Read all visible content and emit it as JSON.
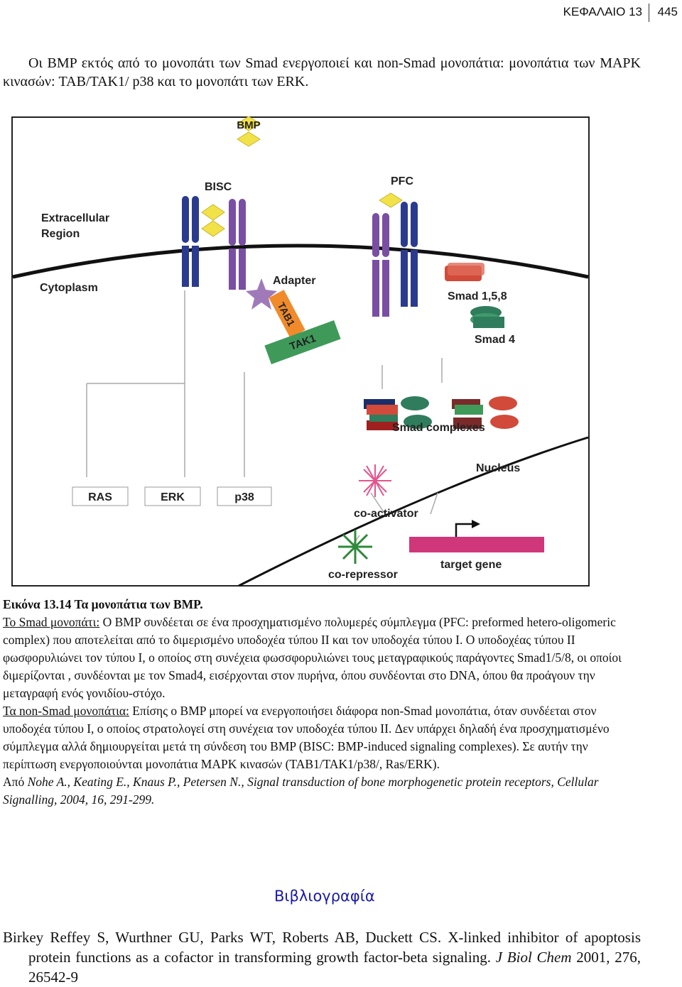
{
  "header": {
    "chapter": "ΚΕΦΑΛΑΙΟ 13",
    "page_number": "445"
  },
  "intro": "Οι BMP εκτός από το μονοπάτι των Smad ενεργοποιεί και non-Smad μονοπάτια: μονοπάτια των MAPK κινασών: TAB/TAK1/ p38 και το μονοπάτι των ERK.",
  "figure": {
    "labels": {
      "bmp": "BMP",
      "bisc": "BISC",
      "pfc": "PFC",
      "extracellular_1": "Extracellular",
      "extracellular_2": "Region",
      "cytoplasm": "Cytoplasm",
      "adapter": "Adapter",
      "tab1": "TAB1",
      "tak1": "TAK1",
      "smad158": "Smad 1,5,8",
      "smad4": "Smad 4",
      "smad_complexes": "Smad complexes",
      "nucleus": "Nucleus",
      "ras": "RAS",
      "erk": "ERK",
      "p38": "p38",
      "coactivator": "co-activator",
      "corepressor": "co-repressor",
      "target_gene": "target gene"
    },
    "colors": {
      "ligand": "#f2e24a",
      "receptor_blue": "#2a3b8f",
      "receptor_purple": "#7a4fa3",
      "adapter": "#a07ab8",
      "tab1": "#f08a2a",
      "tak1": "#3f9a5a",
      "smad_red": "#d24a3a",
      "smad_green": "#2f7d5c",
      "target_gene": "#d0367a",
      "coactivator": "#e2558f",
      "corepressor": "#2e8a3a"
    }
  },
  "caption": {
    "title": "Εικόνα 13.14 Τα μονοπάτια των BMP.",
    "smad_label": "Το Smad μονοπάτι:",
    "smad_text": " O BMP συνδέεται σε ένα προσχηματισμένο πολυμερές σύμπλεγμα (PFC: preformed hetero-oligomeric complex) που αποτελείται από το διμερισμένο υποδοχέα τύπου II και τον υποδοχέα τύπου I. Ο υποδοχέας τύπου II φωσφορυλιώνει τον τύπου I, ο οποίος στη συνέχεια φωσσφορυλιώνει τους μεταγραφικούς παράγοντες Smad1/5/8, οι οποίοι διμερίζονται , συνδέονται με τον Smad4, εισέρχονται στον πυρήνα, όπου συνδέονται στο DNA, όπου θα προάγουν την μεταγραφή ενός γονιδίου-στόχο.",
    "nonsmad_label": "Τα non-Smad μονοπάτια:",
    "nonsmad_text": " Επίσης ο BMP μπορεί να ενεργοποιήσει διάφορα non-Smad μονοπάτια, όταν συνδέεται στον υποδοχέα τύπου I, ο οποίος στρατολογεί στη συνέχεια τον υποδοχέα τύπου II. Δεν υπάρχει δηλαδή ένα προσχηματισμένο σύμπλεγμα αλλά δημιουργείται μετά τη σύνδεση του BMP (BISC: BMP-induced signaling complexes). Σε αυτήν την περίπτωση ενεργοποιούνται μονοπάτια MAPK κινασών (TAB1/TAK1/p38/, Ras/ERK).",
    "source_prefix": "Από ",
    "source_ref": "Nohe A., Keating E., Knaus P., Petersen N., Signal transduction of bone morphogenetic protein receptors, Cellular Signalling, 2004, 16, 291-299."
  },
  "bibliography": {
    "title": "Βιβλιογραφία",
    "entry_main": "Birkey Reffey S, Wurthner GU, Parks WT, Roberts AB, Duckett CS. X-linked inhibitor of apoptosis protein functions as a cofactor in transforming growth factor-beta signaling. ",
    "entry_journal": "J Biol Chem",
    "entry_tail": " 2001, 276, 26542-9"
  }
}
